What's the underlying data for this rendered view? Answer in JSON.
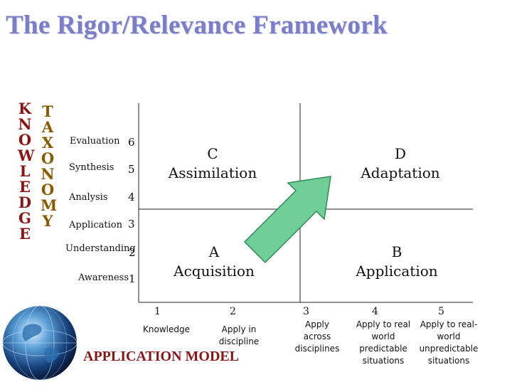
{
  "title": "The Rigor/Relevance Framework",
  "knowledge_word": [
    "K",
    "N",
    "O",
    "W",
    "L",
    "E",
    "D",
    "G",
    "E"
  ],
  "taxonomy_word": [
    "T",
    "A",
    "X",
    "O",
    "N",
    "O",
    "M",
    "Y"
  ],
  "levels": [
    {
      "label": "Evaluation",
      "num": "6"
    },
    {
      "label": "Synthesis",
      "num": "5"
    },
    {
      "label": "Analysis",
      "num": "4"
    },
    {
      "label": "Application",
      "num": "3"
    },
    {
      "label": "Understanding",
      "num": "2"
    },
    {
      "label": "Awareness",
      "num": "1"
    }
  ],
  "quadrants": {
    "c": {
      "letter": "C",
      "name": "Assimilation"
    },
    "d": {
      "letter": "D",
      "name": "Adaptation"
    },
    "a": {
      "letter": "A",
      "name": "Acquisition"
    },
    "b": {
      "letter": "B",
      "name": "Application"
    }
  },
  "application_levels": [
    {
      "num": "1",
      "label": "Knowledge"
    },
    {
      "num": "2",
      "label": "Apply in discipline"
    },
    {
      "num": "3",
      "label": "Apply across disciplines"
    },
    {
      "num": "4",
      "label": "Apply to real world predictable situations"
    },
    {
      "num": "5",
      "label": "Apply to real-world unpredictable situations"
    }
  ],
  "application_model_label": "APPLICATION MODEL",
  "colors": {
    "title": "#7a7ec8",
    "knowledge_letters": "#8b1515",
    "taxonomy_letters": "#8a5a00",
    "arrow_fill": "#6fcf97",
    "arrow_stroke": "#2e8b57",
    "application_model": "#8b1515"
  },
  "icons": {
    "globe": "globe-icon",
    "arrow": "diagonal-arrow"
  }
}
